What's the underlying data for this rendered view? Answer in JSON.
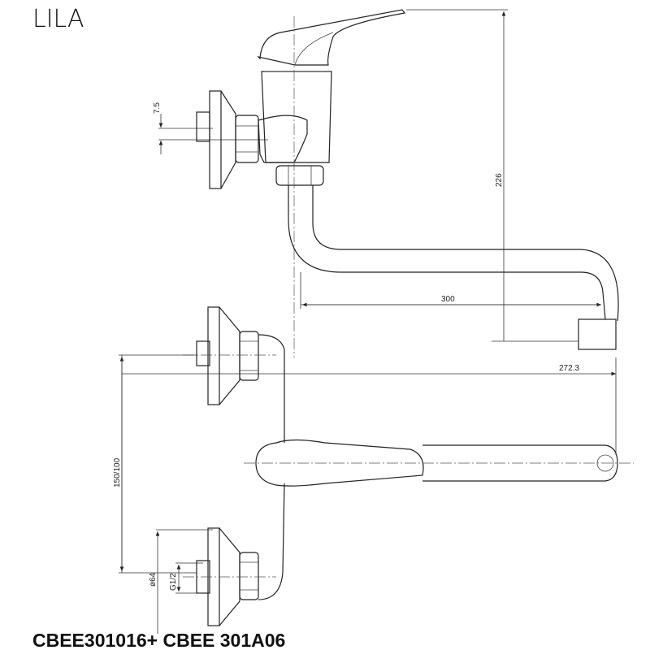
{
  "title": "LILA",
  "model_code": "CBEE301016+ CBEE 301A06",
  "dimensions": {
    "inlet_offset": "7.5",
    "height": "226",
    "spout_reach": "300",
    "total_length": "272.3",
    "inlet_spacing": "150/100",
    "flange_diameter": "ø64",
    "thread": "G1/2"
  }
}
